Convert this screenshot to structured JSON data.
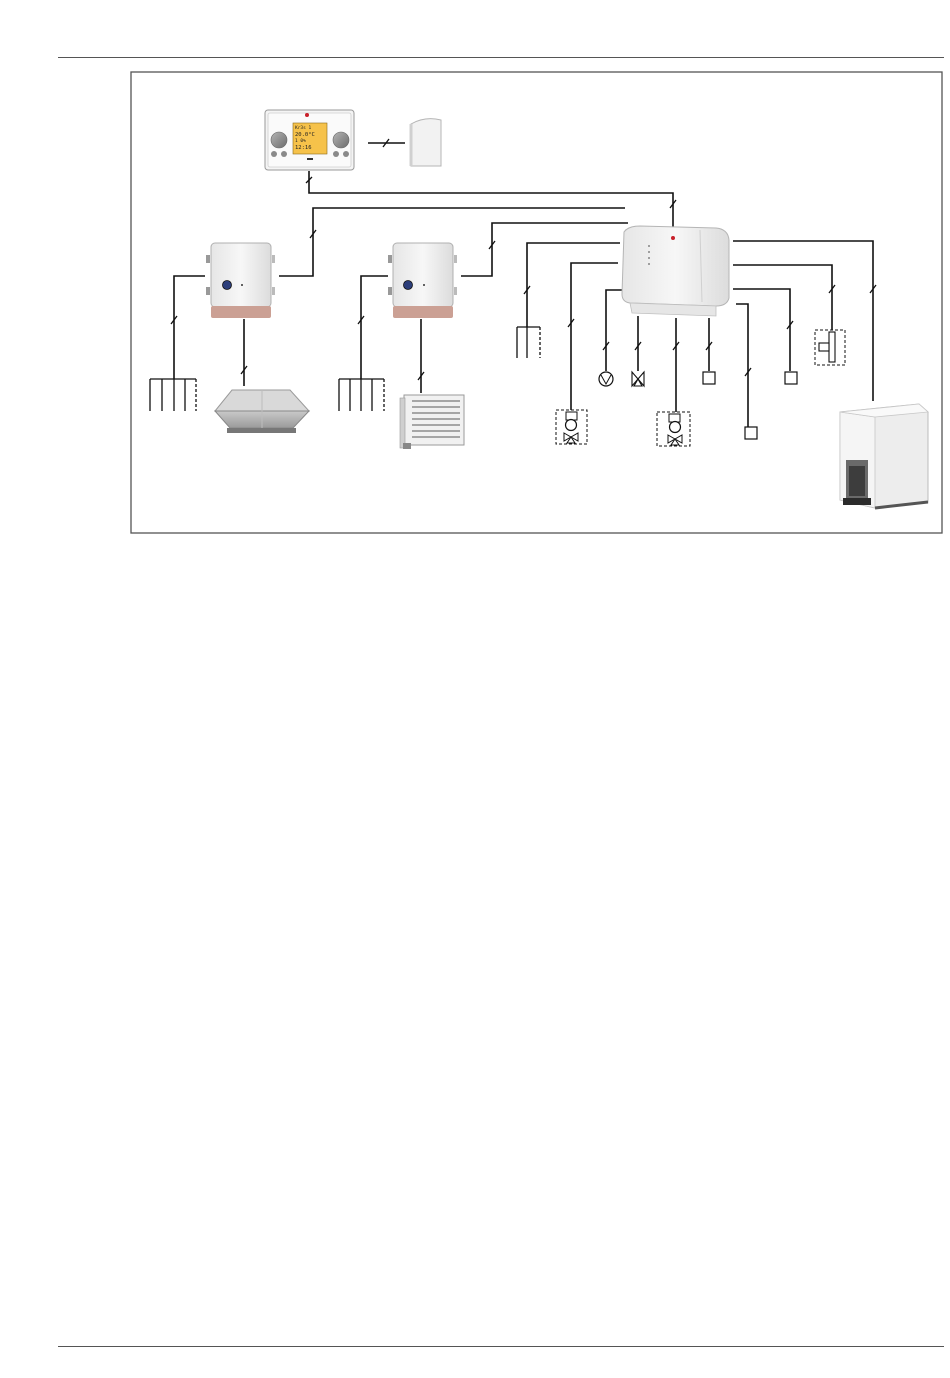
{
  "controller_display": {
    "line1": "Kr3s 1",
    "line2": "20.0°C",
    "line3": "1 0%",
    "line4": "12:16"
  },
  "colors": {
    "display_amber": "#f6c24a",
    "line": "#111111",
    "panel_border": "#555555",
    "brand_red": "#c8202a",
    "housing_base": "#cba094",
    "housing_body": "#eeeeee"
  },
  "icons": [
    "room-controller-icon",
    "room-sensor-icon",
    "fan-controller-icon",
    "roof-fan-icon",
    "air-heater-icon",
    "central-control-unit-icon",
    "pump-symbol-icon",
    "valve-symbol-icon",
    "motorized-valve-icon",
    "sensor-box-icon",
    "flow-switch-icon",
    "boiler-icon",
    "terminal-strip-icon"
  ]
}
